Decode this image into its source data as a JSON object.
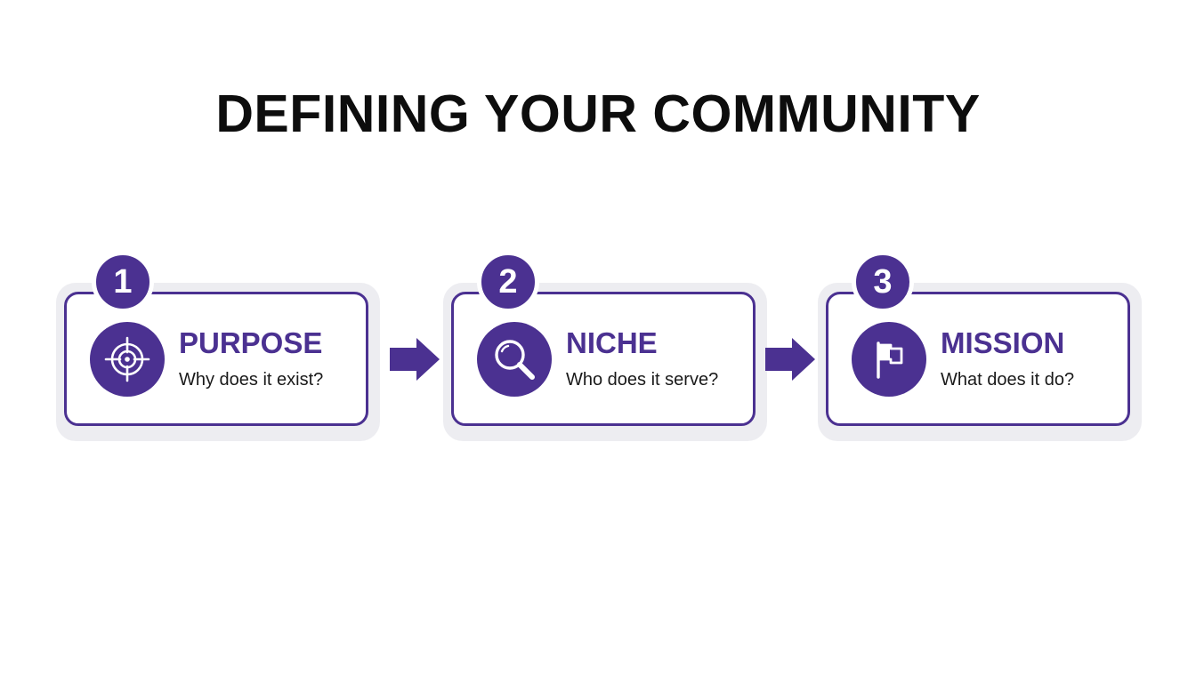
{
  "title": "DEFINING YOUR COMMUNITY",
  "colors": {
    "accent": "#4b3191",
    "card_bg": "#ffffff",
    "shadow": "#ededf1",
    "title_text": "#0d0d0d"
  },
  "steps": [
    {
      "number": "1",
      "title": "PURPOSE",
      "subtitle": "Why does it exist?",
      "icon": "target-crosshair-icon"
    },
    {
      "number": "2",
      "title": "NICHE",
      "subtitle": "Who does it serve?",
      "icon": "magnifying-glass-icon"
    },
    {
      "number": "3",
      "title": "MISSION",
      "subtitle": "What does it do?",
      "icon": "flag-icon"
    }
  ],
  "connectors": [
    {
      "icon": "arrow-right-icon"
    },
    {
      "icon": "arrow-right-icon"
    }
  ]
}
